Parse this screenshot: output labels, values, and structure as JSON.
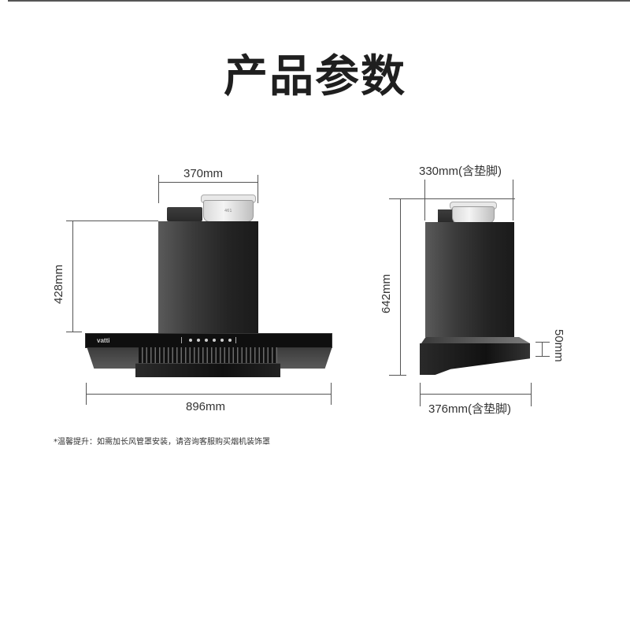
{
  "page": {
    "title": "产品参数",
    "note": "*温馨提升：如需加长风管罩安装，请咨询客服购买烟机装饰罩"
  },
  "front_view": {
    "brand_label": "vatti",
    "duct_label": "461",
    "dimensions": {
      "chimney_width": "370mm",
      "chimney_height": "428mm",
      "overall_width": "896mm"
    },
    "control_buttons": 6
  },
  "side_view": {
    "dimensions": {
      "top_depth": "330mm(含垫脚)",
      "overall_height": "642mm",
      "panel_thickness": "50mm",
      "bottom_depth": "376mm(含垫脚)"
    }
  },
  "colors": {
    "body": "#1f1f1f",
    "dimension_line": "#555555",
    "text": "#333333",
    "background": "#ffffff"
  }
}
